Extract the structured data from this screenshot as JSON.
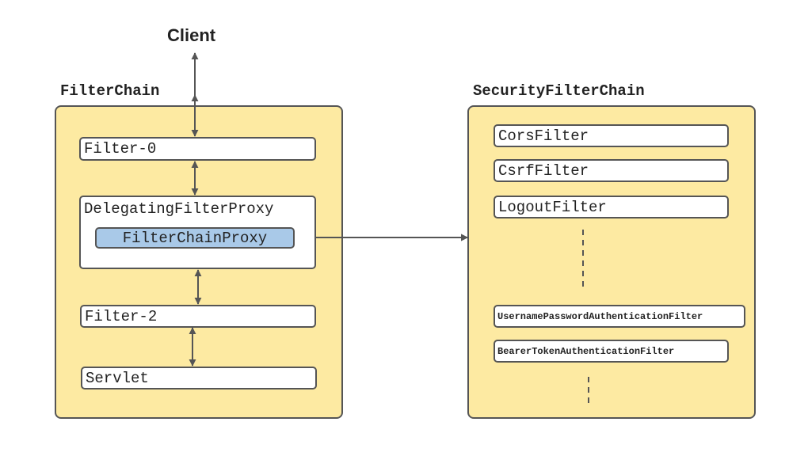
{
  "client_label": "Client",
  "filter_chain": {
    "title": "FilterChain",
    "filter0": "Filter-0",
    "delegating": "DelegatingFilterProxy",
    "proxy": "FilterChainProxy",
    "filter2": "Filter-2",
    "servlet": "Servlet"
  },
  "security_chain": {
    "title": "SecurityFilterChain",
    "filters": [
      "CorsFilter",
      "CsrfFilter",
      "LogoutFilter",
      "UsernamePasswordAuthenticationFilter",
      "BearerTokenAuthenticationFilter"
    ]
  },
  "colors": {
    "panel_fill": "#fdeaa2",
    "proxy_fill": "#a9c9e8",
    "stroke": "#555555"
  }
}
